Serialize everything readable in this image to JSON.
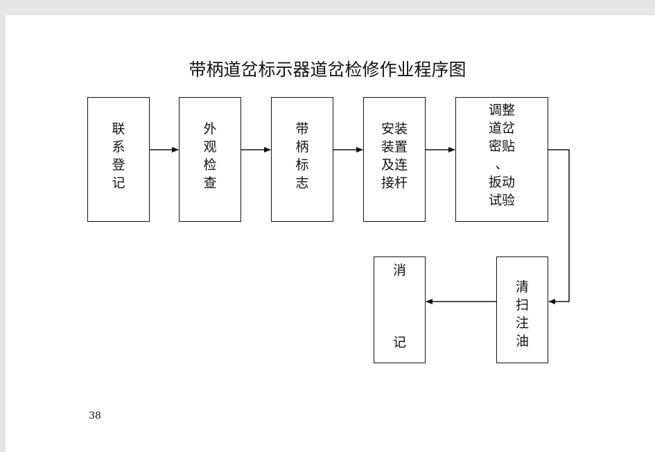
{
  "document": {
    "title": "带柄道岔标示器道岔检修作业程序图",
    "page_number": "38"
  },
  "steps": [
    {
      "id": "lianxi",
      "lines": [
        "联",
        "系",
        "登",
        "记"
      ]
    },
    {
      "id": "waiguan",
      "lines": [
        "外",
        "观",
        "检",
        "查"
      ]
    },
    {
      "id": "daibing",
      "lines": [
        "带",
        "柄",
        "标",
        "志"
      ]
    },
    {
      "id": "anzhuang",
      "lines": [
        "安装",
        "装置",
        "及连",
        "接杆"
      ]
    },
    {
      "id": "tiaozheng",
      "lines": [
        "调整",
        "道岔",
        "密贴",
        "、",
        "扳动",
        "试验"
      ]
    },
    {
      "id": "qingsao",
      "lines": [
        "清",
        "扫",
        "注",
        "油"
      ]
    },
    {
      "id": "xiaoji",
      "lines": [
        "消",
        "记"
      ]
    }
  ]
}
